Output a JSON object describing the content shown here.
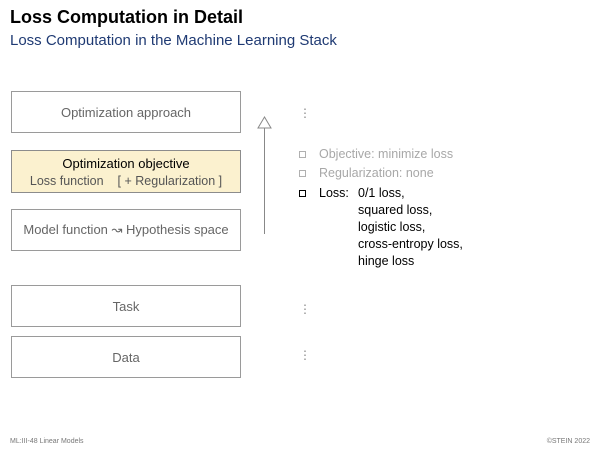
{
  "header": {
    "title": "Loss Computation in Detail",
    "subtitle": "Loss Computation in the Machine Learning Stack"
  },
  "stack": {
    "optimization_approach": "Optimization approach",
    "optimization_objective": "Optimization objective",
    "loss_function": "Loss function",
    "regularization": "[ + Regularization ]",
    "model_function": "Model function ↝ Hypothesis space",
    "task": "Task",
    "data": "Data"
  },
  "vdots": "⋮",
  "bullets": {
    "objective": "Objective: minimize loss",
    "regularization": "Regularization: none",
    "loss_label": "Loss:",
    "loss_items": [
      "0/1 loss,",
      "squared loss,",
      "logistic loss,",
      "cross-entropy loss,",
      "hinge loss"
    ]
  },
  "footer": {
    "left": "ML:III-48    Linear Models",
    "right": "©STEIN 2022"
  },
  "colors": {
    "subtitle": "#1f3a73",
    "highlight_box": "#fbf1cf"
  }
}
